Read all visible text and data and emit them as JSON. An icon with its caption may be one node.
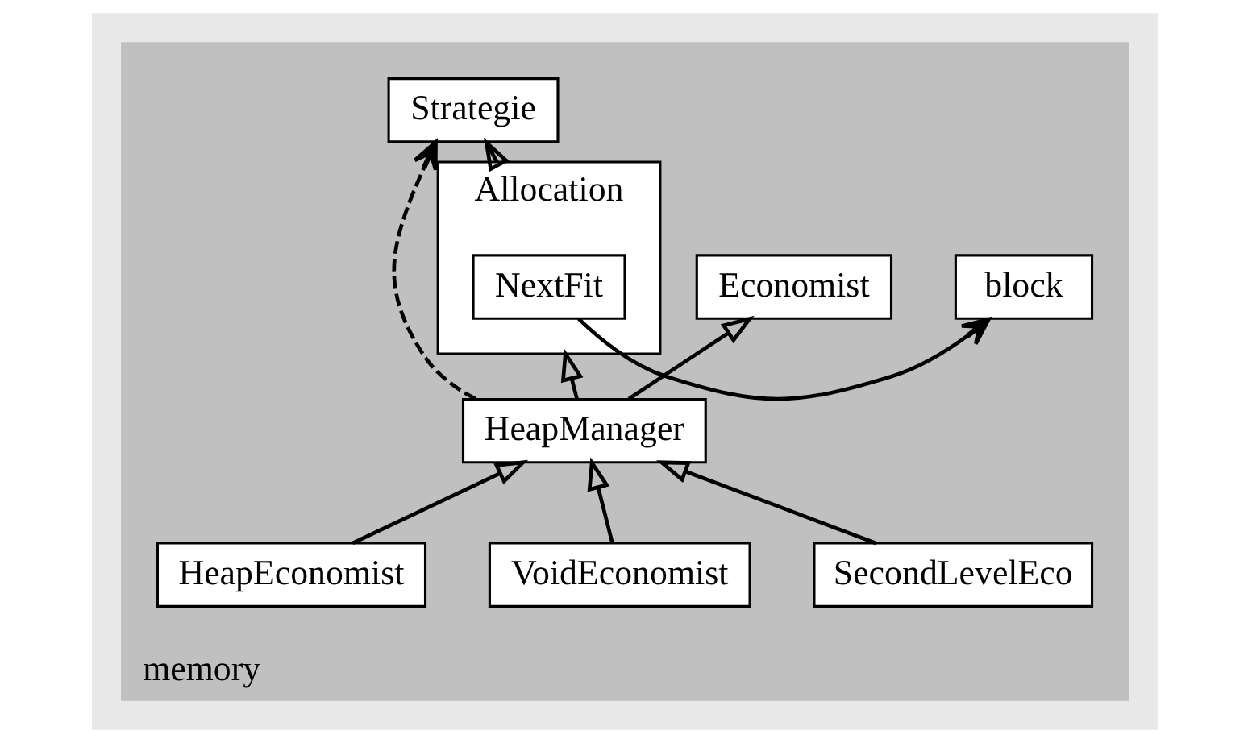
{
  "diagram": {
    "nodes": [
      {
        "text": [
          "memory"
        ]
      },
      {
        "text": [
          "Strategie"
        ],
        "in": 0
      },
      {
        "text": [
          "Allocation"
        ],
        "in": 0
      },
      {
        "text": [
          "NextFit"
        ],
        "in": 2
      },
      {
        "text": [
          "block"
        ],
        "in": 0
      },
      {
        "text": [
          "Economist"
        ],
        "in": 0
      },
      {
        "text": [
          "HeapManager"
        ],
        "in": 0
      },
      {
        "text": [
          "SecondLevelEco"
        ],
        "in": 0
      },
      {
        "text": [
          "VoidEconomist"
        ],
        "in": 0
      },
      {
        "text": [
          "HeapEconomist"
        ],
        "in": 0
      }
    ],
    "edges": [
      {
        "from": 6,
        "to": 1,
        "arrow": "to",
        "style": "dashed"
      },
      {
        "from": 2,
        "to": 1,
        "arrow": "to"
      },
      {
        "from": 3,
        "to": 4,
        "arrow": "to"
      },
      {
        "from": 6,
        "to": 5,
        "arrow": "to"
      },
      {
        "from": 6,
        "to": 2,
        "arrow": "to"
      },
      {
        "from": 7,
        "to": 6,
        "arrow": "to"
      },
      {
        "from": 8,
        "to": 6,
        "arrow": "to"
      },
      {
        "from": 9,
        "to": 6,
        "arrow": "to"
      }
    ]
  }
}
